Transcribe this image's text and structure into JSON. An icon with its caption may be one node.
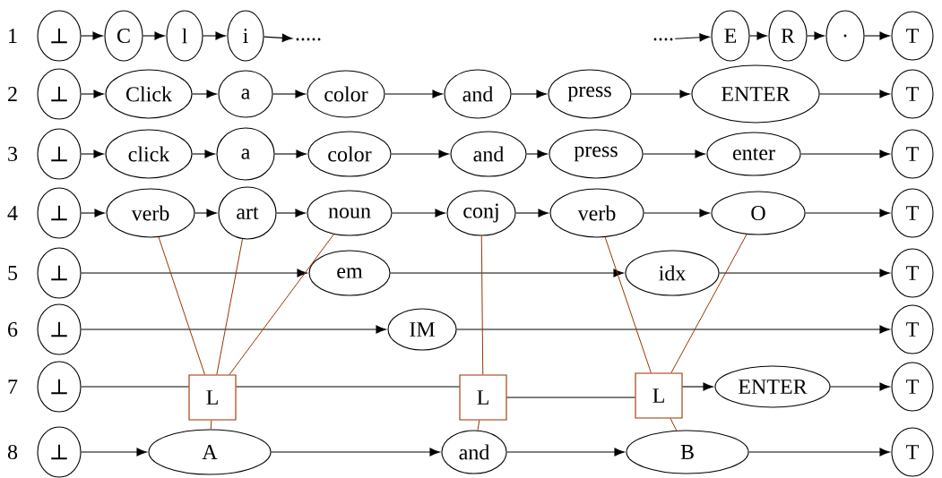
{
  "diagram": {
    "nodes": [
      {
        "text": [
          "⊥"
        ]
      },
      {
        "text": [
          "C"
        ]
      },
      {
        "text": [
          "l"
        ]
      },
      {
        "text": [
          "i"
        ]
      },
      {
        "text": [
          "....."
        ]
      },
      {
        "text": [
          "...."
        ]
      },
      {
        "text": [
          "E"
        ]
      },
      {
        "text": [
          "R"
        ]
      },
      {
        "text": [
          "."
        ]
      },
      {
        "text": [
          "T"
        ]
      },
      {
        "text": [
          "⊥"
        ]
      },
      {
        "text": [
          "Click"
        ]
      },
      {
        "text": [
          "a"
        ]
      },
      {
        "text": [
          "color"
        ]
      },
      {
        "text": [
          "and"
        ]
      },
      {
        "text": [
          "press"
        ]
      },
      {
        "text": [
          "ENTER"
        ]
      },
      {
        "text": [
          "T"
        ]
      },
      {
        "text": [
          "⊥"
        ]
      },
      {
        "text": [
          "click"
        ]
      },
      {
        "text": [
          "a"
        ]
      },
      {
        "text": [
          "color"
        ]
      },
      {
        "text": [
          "and"
        ]
      },
      {
        "text": [
          "press"
        ]
      },
      {
        "text": [
          "enter"
        ]
      },
      {
        "text": [
          "T"
        ]
      },
      {
        "text": [
          "⊥"
        ]
      },
      {
        "text": [
          "verb"
        ]
      },
      {
        "text": [
          "art"
        ]
      },
      {
        "text": [
          "noun"
        ]
      },
      {
        "text": [
          "conj"
        ]
      },
      {
        "text": [
          "verb"
        ]
      },
      {
        "text": [
          "O"
        ]
      },
      {
        "text": [
          "T"
        ]
      },
      {
        "text": [
          "⊥"
        ]
      },
      {
        "text": [
          "em"
        ]
      },
      {
        "text": [
          "idx"
        ]
      },
      {
        "text": [
          "T"
        ]
      },
      {
        "text": [
          "⊥"
        ]
      },
      {
        "text": [
          "IM"
        ]
      },
      {
        "text": [
          "T"
        ]
      },
      {
        "text": [
          "⊥"
        ]
      },
      {
        "text": [
          "L"
        ]
      },
      {
        "text": [
          "L"
        ]
      },
      {
        "text": [
          "L"
        ]
      },
      {
        "text": [
          "ENTER"
        ]
      },
      {
        "text": [
          "T"
        ]
      },
      {
        "text": [
          "⊥"
        ]
      },
      {
        "text": [
          "A"
        ]
      },
      {
        "text": [
          "and"
        ]
      },
      {
        "text": [
          "B"
        ]
      },
      {
        "text": [
          "T"
        ]
      }
    ],
    "edges": [
      {
        "from": 0,
        "to": 1,
        "arrow": "to"
      },
      {
        "from": 1,
        "to": 2,
        "arrow": "to"
      },
      {
        "from": 2,
        "to": 3,
        "arrow": "to"
      },
      {
        "from": 3,
        "to": 4,
        "arrow": "to"
      },
      {
        "from": 5,
        "to": 6,
        "arrow": "to"
      },
      {
        "from": 6,
        "to": 7,
        "arrow": "to"
      },
      {
        "from": 7,
        "to": 8,
        "arrow": "to"
      },
      {
        "from": 8,
        "to": 9,
        "arrow": "to"
      },
      {
        "from": 10,
        "to": 11,
        "arrow": "to"
      },
      {
        "from": 11,
        "to": 12,
        "arrow": "to"
      },
      {
        "from": 12,
        "to": 13,
        "arrow": "to"
      },
      {
        "from": 13,
        "to": 14,
        "arrow": "to"
      },
      {
        "from": 14,
        "to": 15,
        "arrow": "to"
      },
      {
        "from": 15,
        "to": 16,
        "arrow": "to"
      },
      {
        "from": 16,
        "to": 17,
        "arrow": "to"
      },
      {
        "from": 18,
        "to": 19,
        "arrow": "to"
      },
      {
        "from": 19,
        "to": 20,
        "arrow": "to"
      },
      {
        "from": 20,
        "to": 21,
        "arrow": "to"
      },
      {
        "from": 21,
        "to": 22,
        "arrow": "to"
      },
      {
        "from": 22,
        "to": 23,
        "arrow": "to"
      },
      {
        "from": 23,
        "to": 24,
        "arrow": "to"
      },
      {
        "from": 24,
        "to": 25,
        "arrow": "to"
      },
      {
        "from": 26,
        "to": 27,
        "arrow": "to"
      },
      {
        "from": 27,
        "to": 28,
        "arrow": "to"
      },
      {
        "from": 28,
        "to": 29,
        "arrow": "to"
      },
      {
        "from": 29,
        "to": 30,
        "arrow": "to"
      },
      {
        "from": 30,
        "to": 31,
        "arrow": "to"
      },
      {
        "from": 31,
        "to": 32,
        "arrow": "to"
      },
      {
        "from": 32,
        "to": 33,
        "arrow": "to"
      },
      {
        "from": 34,
        "to": 35,
        "arrow": "to"
      },
      {
        "from": 35,
        "to": 36,
        "arrow": "to"
      },
      {
        "from": 36,
        "to": 37,
        "arrow": "to"
      },
      {
        "from": 38,
        "to": 39,
        "arrow": "to"
      },
      {
        "from": 39,
        "to": 40,
        "arrow": "to"
      },
      {
        "from": 41,
        "to": 42,
        "arrow": "none"
      },
      {
        "from": 42,
        "to": 43,
        "arrow": "none"
      },
      {
        "from": 43,
        "to": 44,
        "arrow": "none"
      },
      {
        "from": 44,
        "to": 45,
        "arrow": "to"
      },
      {
        "from": 45,
        "to": 46,
        "arrow": "to"
      },
      {
        "from": 47,
        "to": 48,
        "arrow": "to"
      },
      {
        "from": 48,
        "to": 49,
        "arrow": "to"
      },
      {
        "from": 49,
        "to": 50,
        "arrow": "to"
      },
      {
        "from": 50,
        "to": 51,
        "arrow": "to"
      },
      {
        "from": 27,
        "to": 42,
        "arrow": "none",
        "color": "#993300"
      },
      {
        "from": 28,
        "to": 42,
        "arrow": "none",
        "color": "#993300"
      },
      {
        "from": 29,
        "to": 42,
        "arrow": "none",
        "color": "#993300"
      },
      {
        "from": 42,
        "to": 48,
        "arrow": "none",
        "color": "#993300"
      },
      {
        "from": 30,
        "to": 43,
        "arrow": "none",
        "color": "#993300"
      },
      {
        "from": 43,
        "to": 49,
        "arrow": "none",
        "color": "#993300"
      },
      {
        "from": 31,
        "to": 44,
        "arrow": "none",
        "color": "#993300"
      },
      {
        "from": 32,
        "to": 44,
        "arrow": "none",
        "color": "#993300"
      },
      {
        "from": 44,
        "to": 50,
        "arrow": "none",
        "color": "#993300"
      }
    ],
    "labels": [
      "1",
      "2",
      "3",
      "4",
      "5",
      "6",
      "7",
      "8"
    ]
  }
}
